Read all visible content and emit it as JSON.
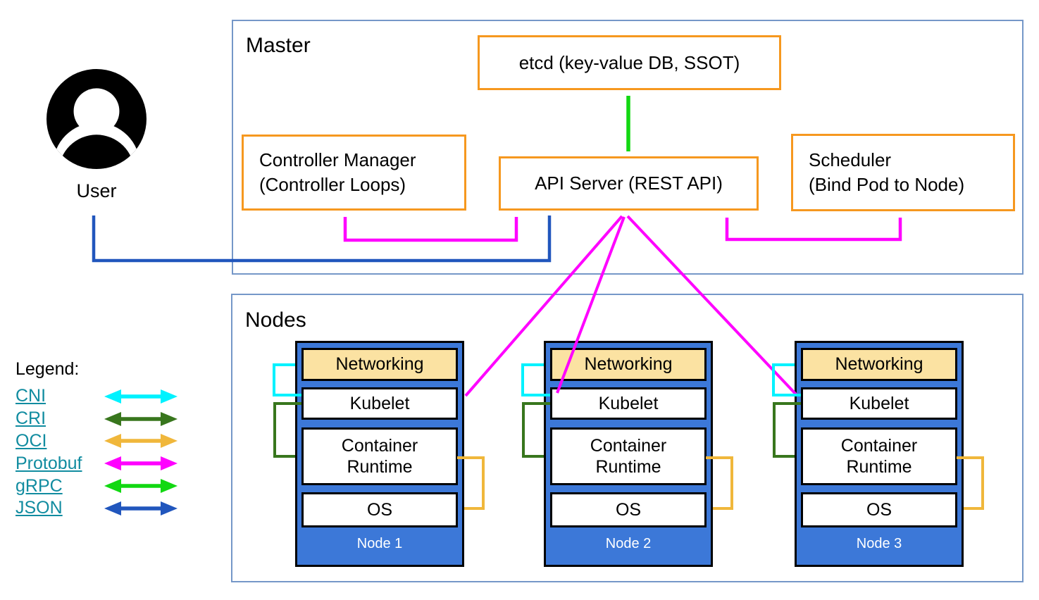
{
  "colors": {
    "cni": "#00f2ff",
    "cri": "#38761d",
    "oci": "#f0b73b",
    "protobuf": "#ff00ff",
    "grpc": "#12d812",
    "json": "#2156bd",
    "node_fill": "#3c78d8",
    "networking_fill": "#fbe2a2",
    "box_border": "#f6981f",
    "frame_border": "#7597c8",
    "link": "#118ca0"
  },
  "user": {
    "label": "User"
  },
  "master": {
    "title": "Master",
    "etcd_label": "etcd (key-value DB, SSOT)",
    "controller_manager_line1": "Controller Manager",
    "controller_manager_line2": "(Controller Loops)",
    "api_server_label": "API Server (REST API)",
    "scheduler_line1": "Scheduler",
    "scheduler_line2": "(Bind Pod to Node)"
  },
  "nodes": {
    "title": "Nodes",
    "layers": {
      "networking": "Networking",
      "kubelet": "Kubelet",
      "container_runtime": "Container\nRuntime",
      "os": "OS"
    },
    "items": [
      {
        "name": "Node 1"
      },
      {
        "name": "Node 2"
      },
      {
        "name": "Node 3"
      }
    ]
  },
  "legend": {
    "title": "Legend:",
    "items": [
      {
        "label": "CNI"
      },
      {
        "label": "CRI"
      },
      {
        "label": "OCI"
      },
      {
        "label": "Protobuf"
      },
      {
        "label": "gRPC"
      },
      {
        "label": "JSON"
      }
    ]
  }
}
